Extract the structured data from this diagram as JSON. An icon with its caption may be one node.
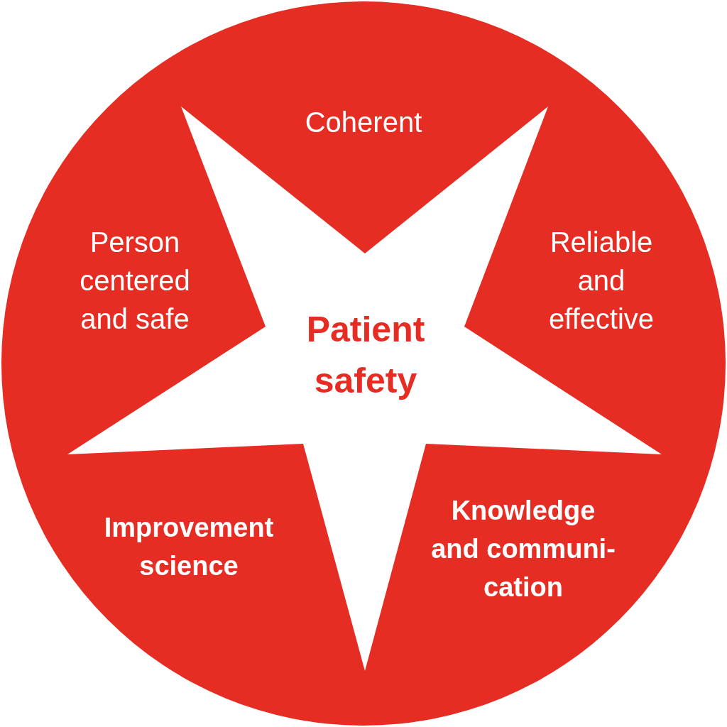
{
  "diagram": {
    "nodes": [
      {
        "text": [
          "Coherent",
          "Person centered and safe",
          "Reliable and effective",
          "Improvement science",
          "Knowledge and communi-cation"
        ]
      },
      {
        "text": [
          "Patient safety"
        ],
        "in": 0
      }
    ]
  }
}
